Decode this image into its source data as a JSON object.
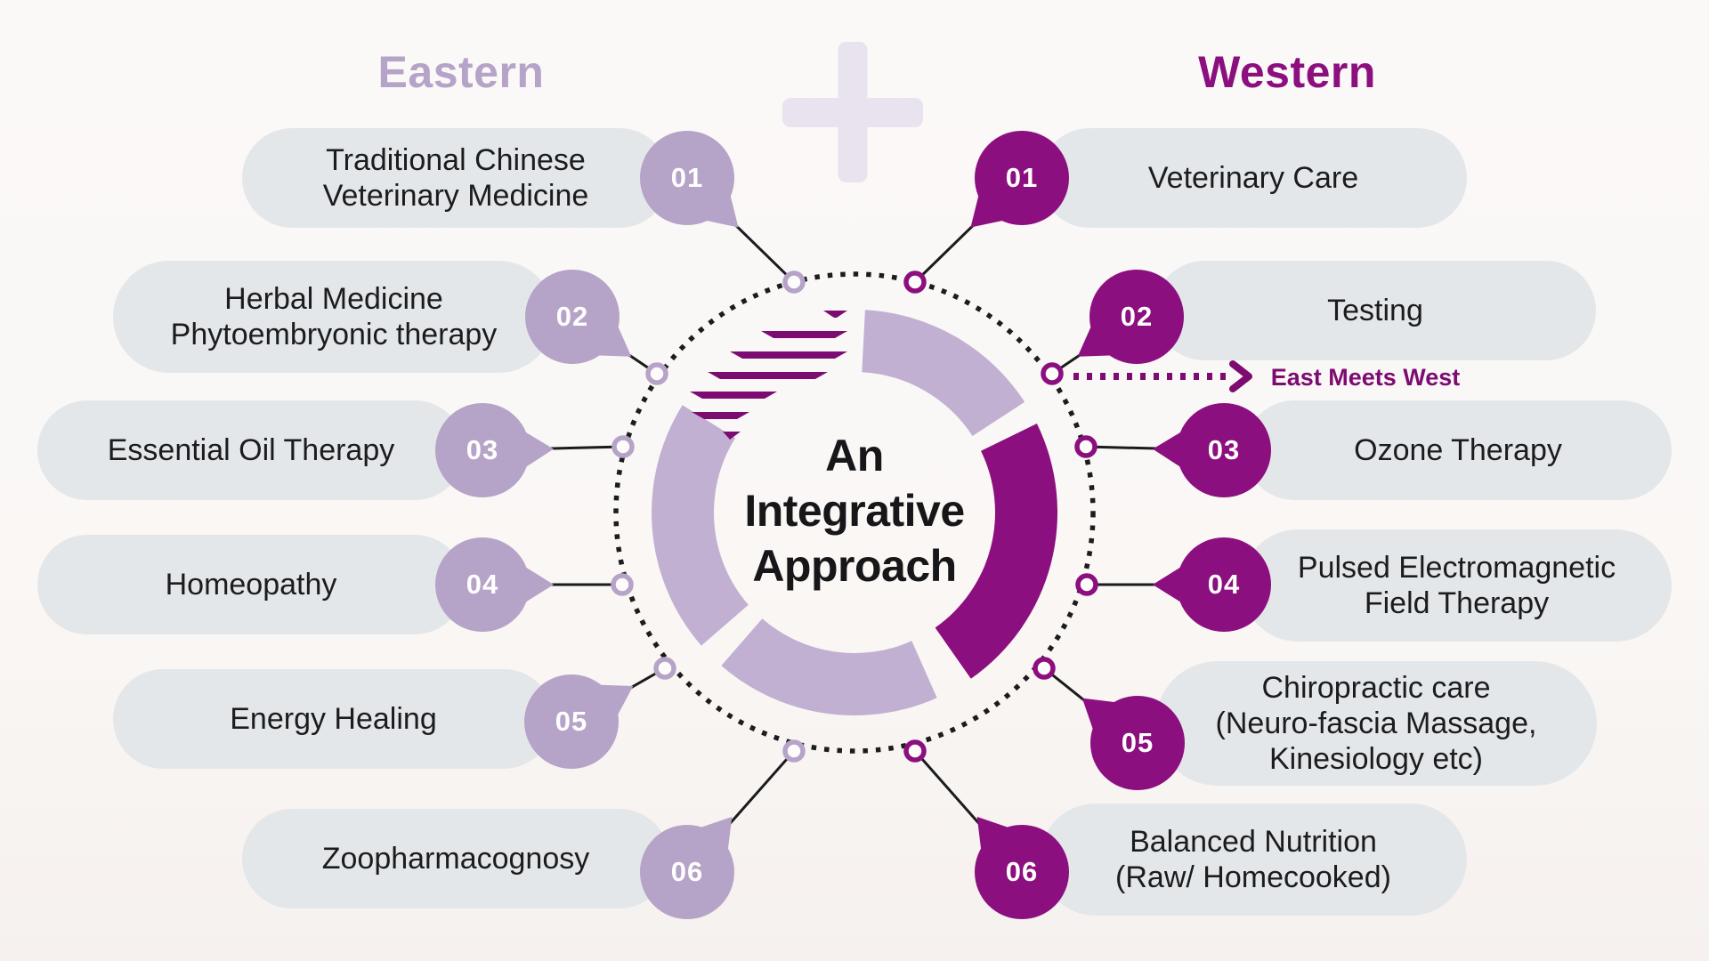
{
  "header": {
    "eastern_title": "Eastern",
    "western_title": "Western"
  },
  "center": {
    "lines": [
      "An",
      "Integrative",
      "Approach"
    ]
  },
  "annotation": {
    "east_meets_west": "East Meets West"
  },
  "eastern": {
    "items": [
      {
        "number": "01",
        "lines": [
          "Traditional Chinese",
          "Veterinary Medicine"
        ]
      },
      {
        "number": "02",
        "lines": [
          "Herbal Medicine",
          "Phytoembryonic therapy"
        ]
      },
      {
        "number": "03",
        "lines": [
          "Essential Oil Therapy"
        ]
      },
      {
        "number": "04",
        "lines": [
          "Homeopathy"
        ]
      },
      {
        "number": "05",
        "lines": [
          "Energy Healing"
        ]
      },
      {
        "number": "06",
        "lines": [
          "Zoopharmacognosy"
        ]
      }
    ]
  },
  "western": {
    "items": [
      {
        "number": "01",
        "lines": [
          "Veterinary Care"
        ]
      },
      {
        "number": "02",
        "lines": [
          "Testing"
        ]
      },
      {
        "number": "03",
        "lines": [
          "Ozone Therapy"
        ]
      },
      {
        "number": "04",
        "lines": [
          "Pulsed Electromagnetic",
          "Field Therapy"
        ]
      },
      {
        "number": "05",
        "lines": [
          "Chiropractic care",
          "(Neuro-fascia Massage,",
          "Kinesiology etc)"
        ]
      },
      {
        "number": "06",
        "lines": [
          "Balanced Nutrition",
          "(Raw/ Homecooked)"
        ]
      }
    ]
  },
  "colors": {
    "background": "#faf8f6",
    "pill_gray": "#e4e7e9",
    "eastern_accent": "#b6a3c8",
    "western_accent": "#8c0f7f",
    "donut_lavender": "#c2b0d2",
    "stripe_purple": "#7d0c72",
    "connector_black": "#1b1b1b",
    "text_black": "#1c1c1e",
    "plus_lavender": "#e9e3ef",
    "node_fill": "#fdfcfb"
  }
}
